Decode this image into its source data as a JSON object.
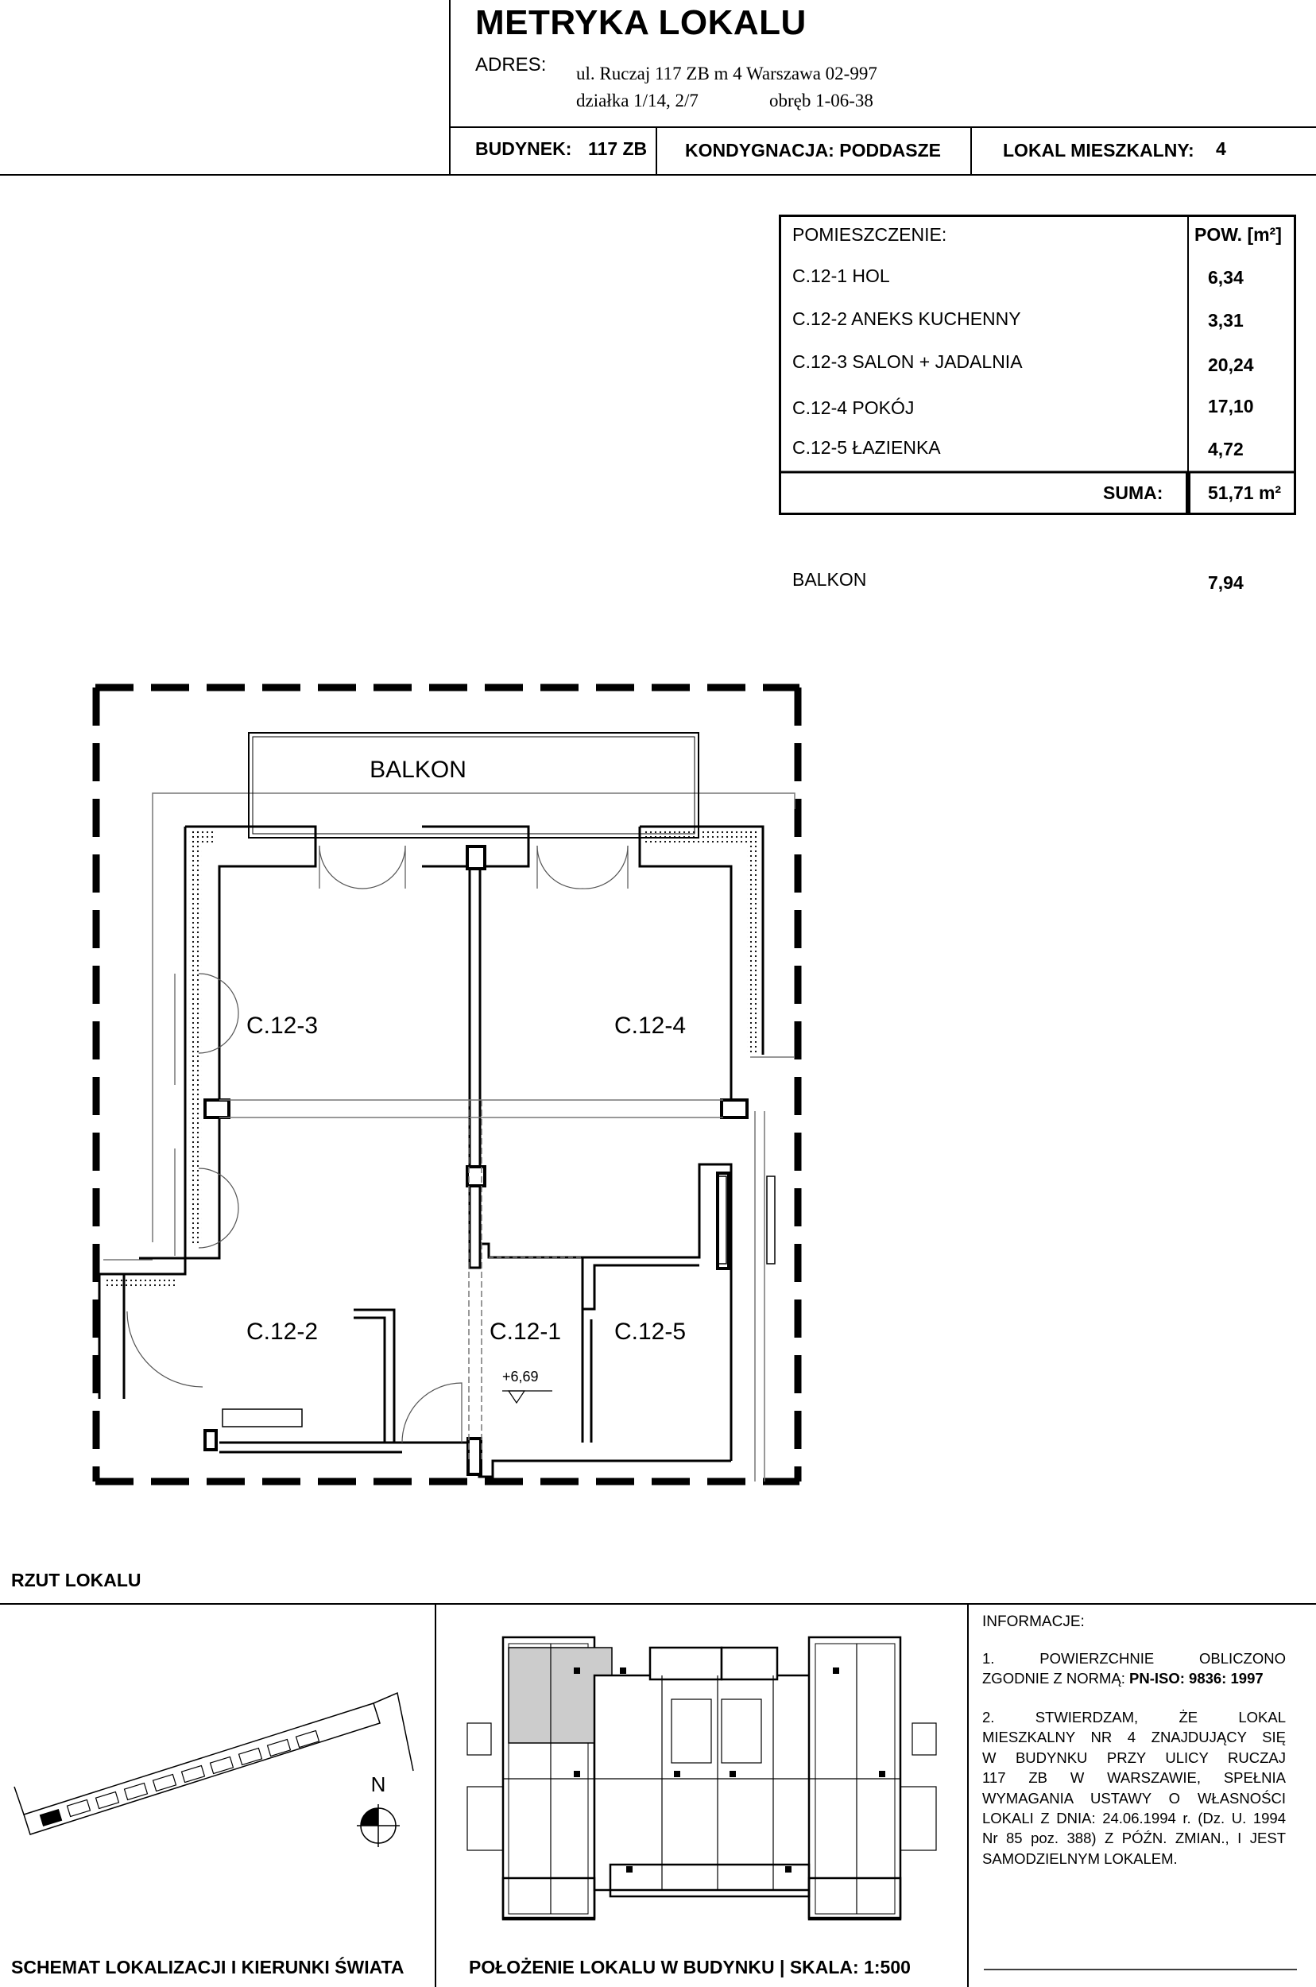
{
  "header": {
    "title": "METRYKA LOKALU",
    "adres_label": "ADRES:",
    "address_line1": "ul. Ruczaj 117 ZB m 4 Warszawa 02-997",
    "address_line2_a": "działka 1/14, 2/7",
    "address_line2_b": "obręb 1-06-38"
  },
  "info_bar": {
    "budynek_label": "BUDYNEK:",
    "budynek_value": "117 ZB",
    "kondygnacja": "KONDYGNACJA: PODDASZE",
    "lokal_label": "LOKAL MIESZKALNY:",
    "lokal_value": "4"
  },
  "area_table": {
    "col_room": "POMIESZCZENIE:",
    "col_area": "POW. [m²]",
    "rows": [
      {
        "room": "C.12-1 HOL",
        "area": "6,34"
      },
      {
        "room": "C.12-2 ANEKS KUCHENNY",
        "area": "3,31"
      },
      {
        "room": "C.12-3 SALON + JADALNIA",
        "area": "20,24"
      },
      {
        "room": "C.12-4 POKÓJ",
        "area": "17,10"
      },
      {
        "room": "C.12-5 ŁAZIENKA",
        "area": "4,72"
      }
    ],
    "sum_label": "SUMA:",
    "sum_value": "51,71 m²"
  },
  "balcony": {
    "label": "BALKON",
    "value": "7,94"
  },
  "plan": {
    "balkon_label": "BALKON",
    "room_labels": [
      "C.12-3",
      "C.12-4",
      "C.12-2",
      "C.12-1",
      "C.12-5"
    ],
    "level_mark": "+6,69"
  },
  "sections": {
    "rzut": "RZUT LOKALU",
    "schemat": "SCHEMAT LOKALIZACJI I KIERUNKI ŚWIATA",
    "polozenie": "POŁOŻENIE LOKALU W BUDYNKU | SKALA: 1:500",
    "north": "N"
  },
  "informacje": {
    "title": "INFORMACJE:",
    "p1_l1": "1.   POWIERZCHNIE   OBLICZONO",
    "p1_l2a": "ZGODNIE Z NORMĄ: ",
    "p1_l2b": "PN-ISO: 9836: 1997",
    "p2_l1": "2.   STWIERDZAM,   ŻE   LOKAL",
    "p2_l2": "MIESZKALNY NR  4   ZNAJDUJĄCY SIĘ",
    "p2_l3": "W BUDYNKU     PRZY ULICY RUCZAJ",
    "p2_l4": "117 ZB  W   WARSZAWIE,   SPEŁNIA",
    "p2_l5": "WYMAGANIA USTAWY O WŁASNOŚCI",
    "p2_l6": "LOKALI Z DNIA: 24.06.1994 r. (Dz. U. 1994",
    "p2_l7": "Nr 85 poz. 388) Z PÓŹN. ZMIAN., I JEST",
    "p2_l8": "SAMODZIELNYM LOKALEM."
  }
}
